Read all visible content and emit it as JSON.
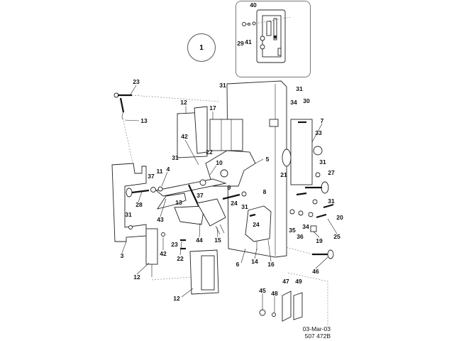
{
  "diagram": {
    "type": "exploded-parts-diagram",
    "reference_circle": "1",
    "inset_labels": [
      "40",
      "29",
      "41"
    ],
    "callouts": [
      {
        "id": "c23a",
        "text": "23"
      },
      {
        "id": "c13a",
        "text": "13"
      },
      {
        "id": "c31a",
        "text": "31"
      },
      {
        "id": "c12a",
        "text": "12"
      },
      {
        "id": "c17",
        "text": "17"
      },
      {
        "id": "c31b",
        "text": "31"
      },
      {
        "id": "c34a",
        "text": "34"
      },
      {
        "id": "c30",
        "text": "30"
      },
      {
        "id": "c7",
        "text": "7"
      },
      {
        "id": "c42a",
        "text": "42"
      },
      {
        "id": "c22a",
        "text": "22"
      },
      {
        "id": "c33",
        "text": "33"
      },
      {
        "id": "c31c",
        "text": "31"
      },
      {
        "id": "c5",
        "text": "5"
      },
      {
        "id": "c10",
        "text": "10"
      },
      {
        "id": "c4",
        "text": "4"
      },
      {
        "id": "c37a",
        "text": "37"
      },
      {
        "id": "c11",
        "text": "11"
      },
      {
        "id": "c31d",
        "text": "31"
      },
      {
        "id": "c27",
        "text": "27"
      },
      {
        "id": "c21",
        "text": "21"
      },
      {
        "id": "c9",
        "text": "9"
      },
      {
        "id": "c37b",
        "text": "37"
      },
      {
        "id": "c28",
        "text": "28"
      },
      {
        "id": "c13b",
        "text": "13"
      },
      {
        "id": "c8",
        "text": "8"
      },
      {
        "id": "c24a",
        "text": "24"
      },
      {
        "id": "c31e",
        "text": "31"
      },
      {
        "id": "c31f",
        "text": "31"
      },
      {
        "id": "c20",
        "text": "20"
      },
      {
        "id": "c43",
        "text": "43"
      },
      {
        "id": "c31g",
        "text": "31"
      },
      {
        "id": "c24b",
        "text": "24"
      },
      {
        "id": "c34b",
        "text": "34"
      },
      {
        "id": "c35",
        "text": "35"
      },
      {
        "id": "c36",
        "text": "36"
      },
      {
        "id": "c25",
        "text": "25"
      },
      {
        "id": "c44",
        "text": "44"
      },
      {
        "id": "c15",
        "text": "15"
      },
      {
        "id": "c23b",
        "text": "23"
      },
      {
        "id": "c19",
        "text": "19"
      },
      {
        "id": "c3",
        "text": "3"
      },
      {
        "id": "c42b",
        "text": "42"
      },
      {
        "id": "c22b",
        "text": "22"
      },
      {
        "id": "c14",
        "text": "14"
      },
      {
        "id": "c16",
        "text": "16"
      },
      {
        "id": "c6",
        "text": "6"
      },
      {
        "id": "c46",
        "text": "46"
      },
      {
        "id": "c12b",
        "text": "12"
      },
      {
        "id": "c12c",
        "text": "12"
      },
      {
        "id": "c45",
        "text": "45"
      },
      {
        "id": "c48",
        "text": "48"
      },
      {
        "id": "c47",
        "text": "47"
      },
      {
        "id": "c49",
        "text": "49"
      }
    ],
    "date_stamp": "03-Mar-03",
    "drawing_number": "507 472B"
  }
}
